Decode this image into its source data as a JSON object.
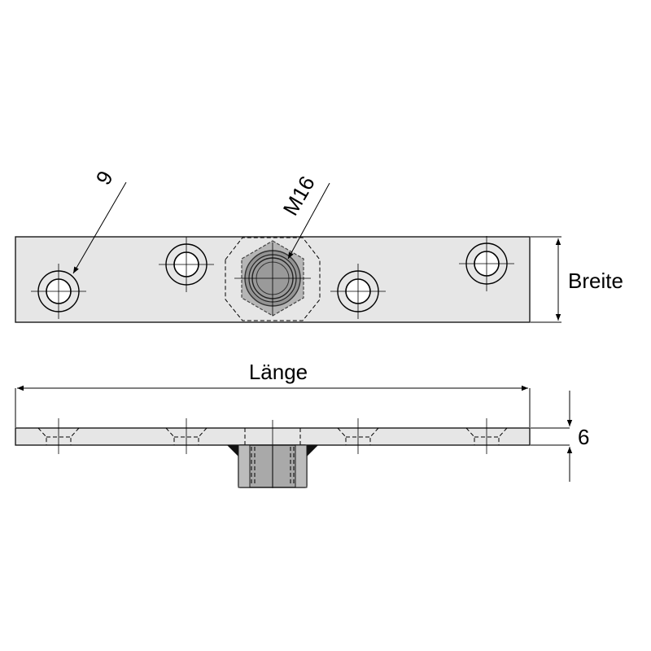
{
  "labels": {
    "hole_diameter": "9",
    "thread": "M16",
    "width": "Breite",
    "length": "Länge",
    "thickness": "6"
  },
  "colors": {
    "plate_fill": "#e6e6e6",
    "nut_fill": "#a9a9a9",
    "outline": "#1a1a1a"
  }
}
